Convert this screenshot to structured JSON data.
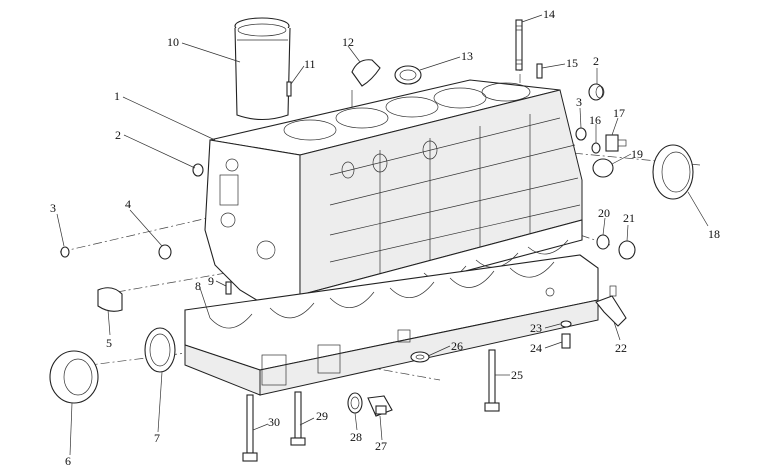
{
  "diagram": {
    "callouts": [
      {
        "id": "c1",
        "text": "1"
      },
      {
        "id": "c2a",
        "text": "2"
      },
      {
        "id": "c2b",
        "text": "2"
      },
      {
        "id": "c3a",
        "text": "3"
      },
      {
        "id": "c3b",
        "text": "3"
      },
      {
        "id": "c4",
        "text": "4"
      },
      {
        "id": "c5",
        "text": "5"
      },
      {
        "id": "c6",
        "text": "6"
      },
      {
        "id": "c7",
        "text": "7"
      },
      {
        "id": "c8",
        "text": "8"
      },
      {
        "id": "c9",
        "text": "9"
      },
      {
        "id": "c10",
        "text": "10"
      },
      {
        "id": "c11",
        "text": "11"
      },
      {
        "id": "c12",
        "text": "12"
      },
      {
        "id": "c13",
        "text": "13"
      },
      {
        "id": "c14",
        "text": "14"
      },
      {
        "id": "c15",
        "text": "15"
      },
      {
        "id": "c16",
        "text": "16"
      },
      {
        "id": "c17",
        "text": "17"
      },
      {
        "id": "c18",
        "text": "18"
      },
      {
        "id": "c19",
        "text": "19"
      },
      {
        "id": "c20",
        "text": "20"
      },
      {
        "id": "c21",
        "text": "21"
      },
      {
        "id": "c22",
        "text": "22"
      },
      {
        "id": "c23",
        "text": "23"
      },
      {
        "id": "c24",
        "text": "24"
      },
      {
        "id": "c25",
        "text": "25"
      },
      {
        "id": "c26",
        "text": "26"
      },
      {
        "id": "c27",
        "text": "27"
      },
      {
        "id": "c28",
        "text": "28"
      },
      {
        "id": "c29",
        "text": "29"
      },
      {
        "id": "c30",
        "text": "30"
      }
    ]
  }
}
